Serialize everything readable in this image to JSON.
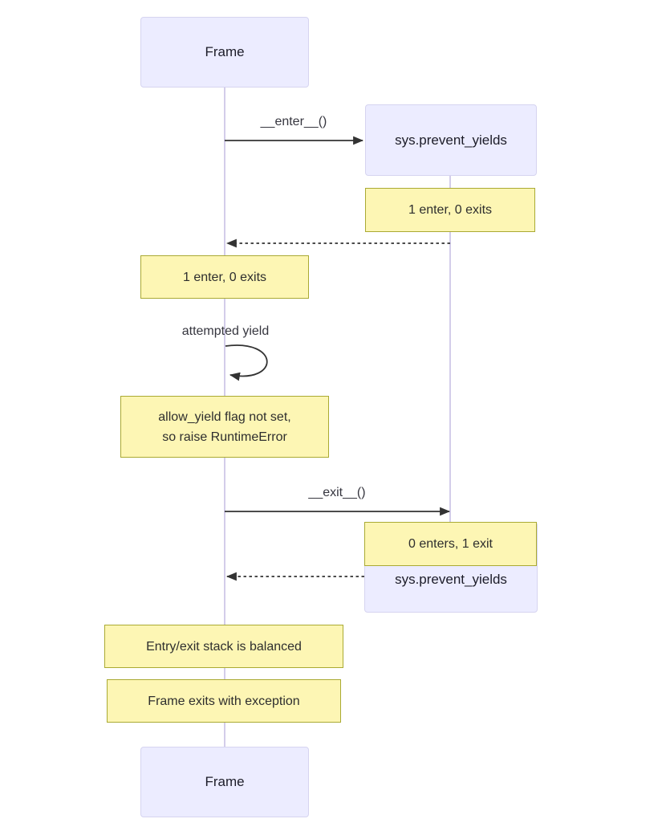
{
  "diagram": {
    "kind": "sequence-diagram",
    "participants": {
      "frame_top": "Frame",
      "sys_top": "sys.prevent_yields",
      "sys_bottom": "sys.prevent_yields",
      "frame_bottom": "Frame"
    },
    "messages": {
      "enter": "__enter__()",
      "self_loop": "attempted yield",
      "exit": "__exit__()"
    },
    "notes": {
      "sys_after_enter": "1 enter, 0 exits",
      "frame_after_enter": "1 enter, 0 exits",
      "runtime_error_line1": "allow_yield flag not set,",
      "runtime_error_line2": "so raise RuntimeError",
      "sys_after_exit": "0 enters, 1 exit",
      "stack_balanced": "Entry/exit stack is balanced",
      "frame_exception": "Frame exits with exception"
    },
    "colors": {
      "actor_fill": "#ECECFF",
      "actor_border": "#D6D4F0",
      "note_fill": "#FDF6B4",
      "note_border": "#AAAA33",
      "lifeline": "#D3CDEA",
      "message_line": "#333333",
      "text": "#2E2E2E",
      "background": "#FFFFFF"
    }
  }
}
